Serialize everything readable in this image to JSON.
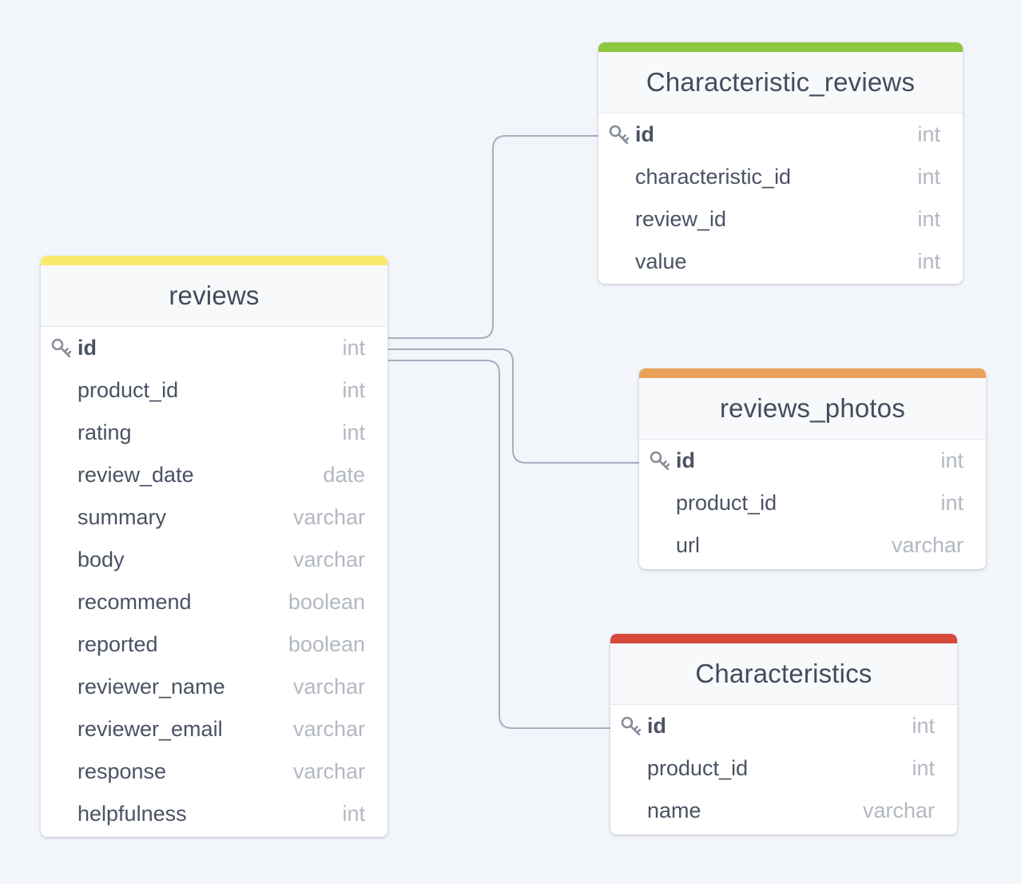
{
  "tables": {
    "reviews": {
      "name": "reviews",
      "accent": "#fbe96b",
      "columns": [
        {
          "name": "id",
          "type": "int",
          "pk": true
        },
        {
          "name": "product_id",
          "type": "int"
        },
        {
          "name": "rating",
          "type": "int"
        },
        {
          "name": "review_date",
          "type": "date"
        },
        {
          "name": "summary",
          "type": "varchar"
        },
        {
          "name": "body",
          "type": "varchar"
        },
        {
          "name": "recommend",
          "type": "boolean"
        },
        {
          "name": "reported",
          "type": "boolean"
        },
        {
          "name": "reviewer_name",
          "type": "varchar"
        },
        {
          "name": "reviewer_email",
          "type": "varchar"
        },
        {
          "name": "response",
          "type": "varchar"
        },
        {
          "name": "helpfulness",
          "type": "int"
        }
      ]
    },
    "characteristic_reviews": {
      "name": "Characteristic_reviews",
      "accent": "#8dc63f",
      "columns": [
        {
          "name": "id",
          "type": "int",
          "pk": true
        },
        {
          "name": "characteristic_id",
          "type": "int"
        },
        {
          "name": "review_id",
          "type": "int"
        },
        {
          "name": "value",
          "type": "int"
        }
      ]
    },
    "reviews_photos": {
      "name": "reviews_photos",
      "accent": "#eaa25a",
      "columns": [
        {
          "name": "id",
          "type": "int",
          "pk": true
        },
        {
          "name": "product_id",
          "type": "int"
        },
        {
          "name": "url",
          "type": "varchar"
        }
      ]
    },
    "characteristics": {
      "name": "Characteristics",
      "accent": "#d64a3c",
      "columns": [
        {
          "name": "id",
          "type": "int",
          "pk": true
        },
        {
          "name": "product_id",
          "type": "int"
        },
        {
          "name": "name",
          "type": "varchar"
        }
      ]
    }
  },
  "colors": {
    "background": "#f2f5f9",
    "connector": "#a3b0c2",
    "key_icon": "#878d98"
  }
}
